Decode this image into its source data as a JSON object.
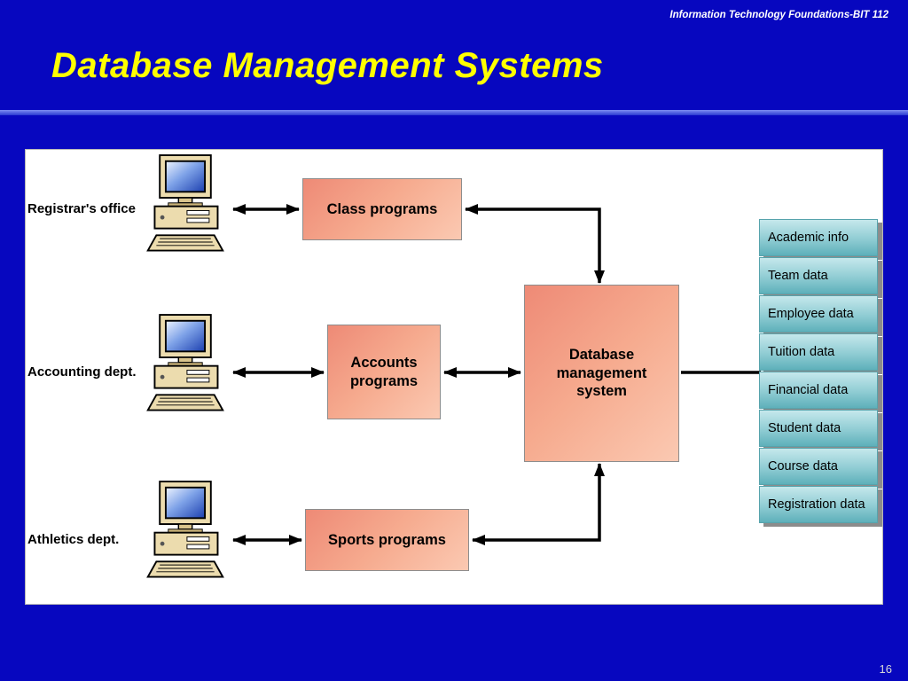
{
  "slide": {
    "header": "Information Technology Foundations-BIT 112",
    "title": "Database Management Systems",
    "page_number": "16"
  },
  "diagram": {
    "sources": [
      {
        "label": "Registrar's office",
        "program": "Class programs"
      },
      {
        "label": "Accounting dept.",
        "program": "Accounts programs"
      },
      {
        "label": "Athletics dept.",
        "program": "Sports programs"
      }
    ],
    "dbms_label": "Database management system",
    "data_items": [
      "Academic info",
      "Team data",
      "Employee data",
      "Tuition data",
      "Financial data",
      "Student data",
      "Course data",
      "Registration data"
    ],
    "colors": {
      "slide_background": "#0707bf",
      "title_text": "#ffff00",
      "program_box": "#f49a82",
      "dbms_box": "#f49a82",
      "data_cell": "#8ecdd4",
      "arrow": "#000000"
    }
  }
}
